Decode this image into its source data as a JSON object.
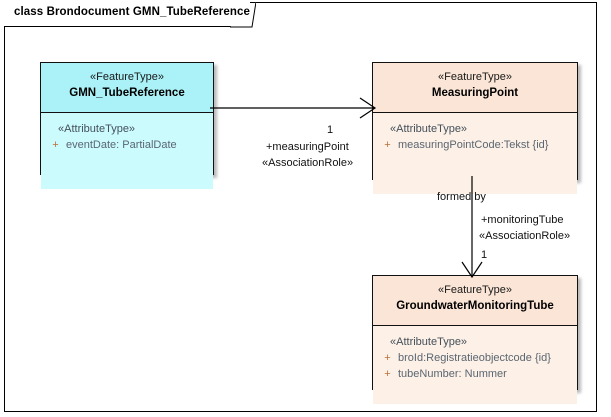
{
  "frame": {
    "title": "class Brondocument GMN_TubeReference"
  },
  "colors": {
    "cyan_header": "#aaf2f7",
    "cyan_body": "#ccfbfd",
    "peach_header": "#fbe5d6",
    "peach_body": "#fdf0e6",
    "border": "#111111",
    "attribute_text": "#5a6672",
    "visibility_marker": "#b8703a"
  },
  "classes": [
    {
      "id": "gmn-tube-reference",
      "stereotype": "«FeatureType»",
      "name": "GMN_TubeReference",
      "attribute_stereotype": "«AttributeType»",
      "attributes": [
        {
          "visibility": "+",
          "text": "eventDate: PartialDate"
        }
      ]
    },
    {
      "id": "measuring-point",
      "stereotype": "«FeatureType»",
      "name": "MeasuringPoint",
      "attribute_stereotype": "«AttributeType»",
      "attributes": [
        {
          "visibility": "+",
          "text": "measuringPointCode:Tekst {id}"
        }
      ]
    },
    {
      "id": "groundwater-monitoring-tube",
      "stereotype": "«FeatureType»",
      "name": "GroundwaterMonitoringTube",
      "attribute_stereotype": "«AttributeType»",
      "attributes": [
        {
          "visibility": "+",
          "text": "broId:Registratieobjectcode {id}"
        },
        {
          "visibility": "+",
          "text": "tubeNumber: Nummer"
        }
      ]
    }
  ],
  "associations": [
    {
      "id": "tuberef-to-measuringpoint",
      "multiplicity": "1",
      "role": "+measuringPoint",
      "stereotype": "«AssociationRole»"
    },
    {
      "id": "measuringpoint-to-gwtube",
      "name": "formed by",
      "multiplicity": "1",
      "role": "+monitoringTube",
      "stereotype": "«AssociationRole»"
    }
  ]
}
